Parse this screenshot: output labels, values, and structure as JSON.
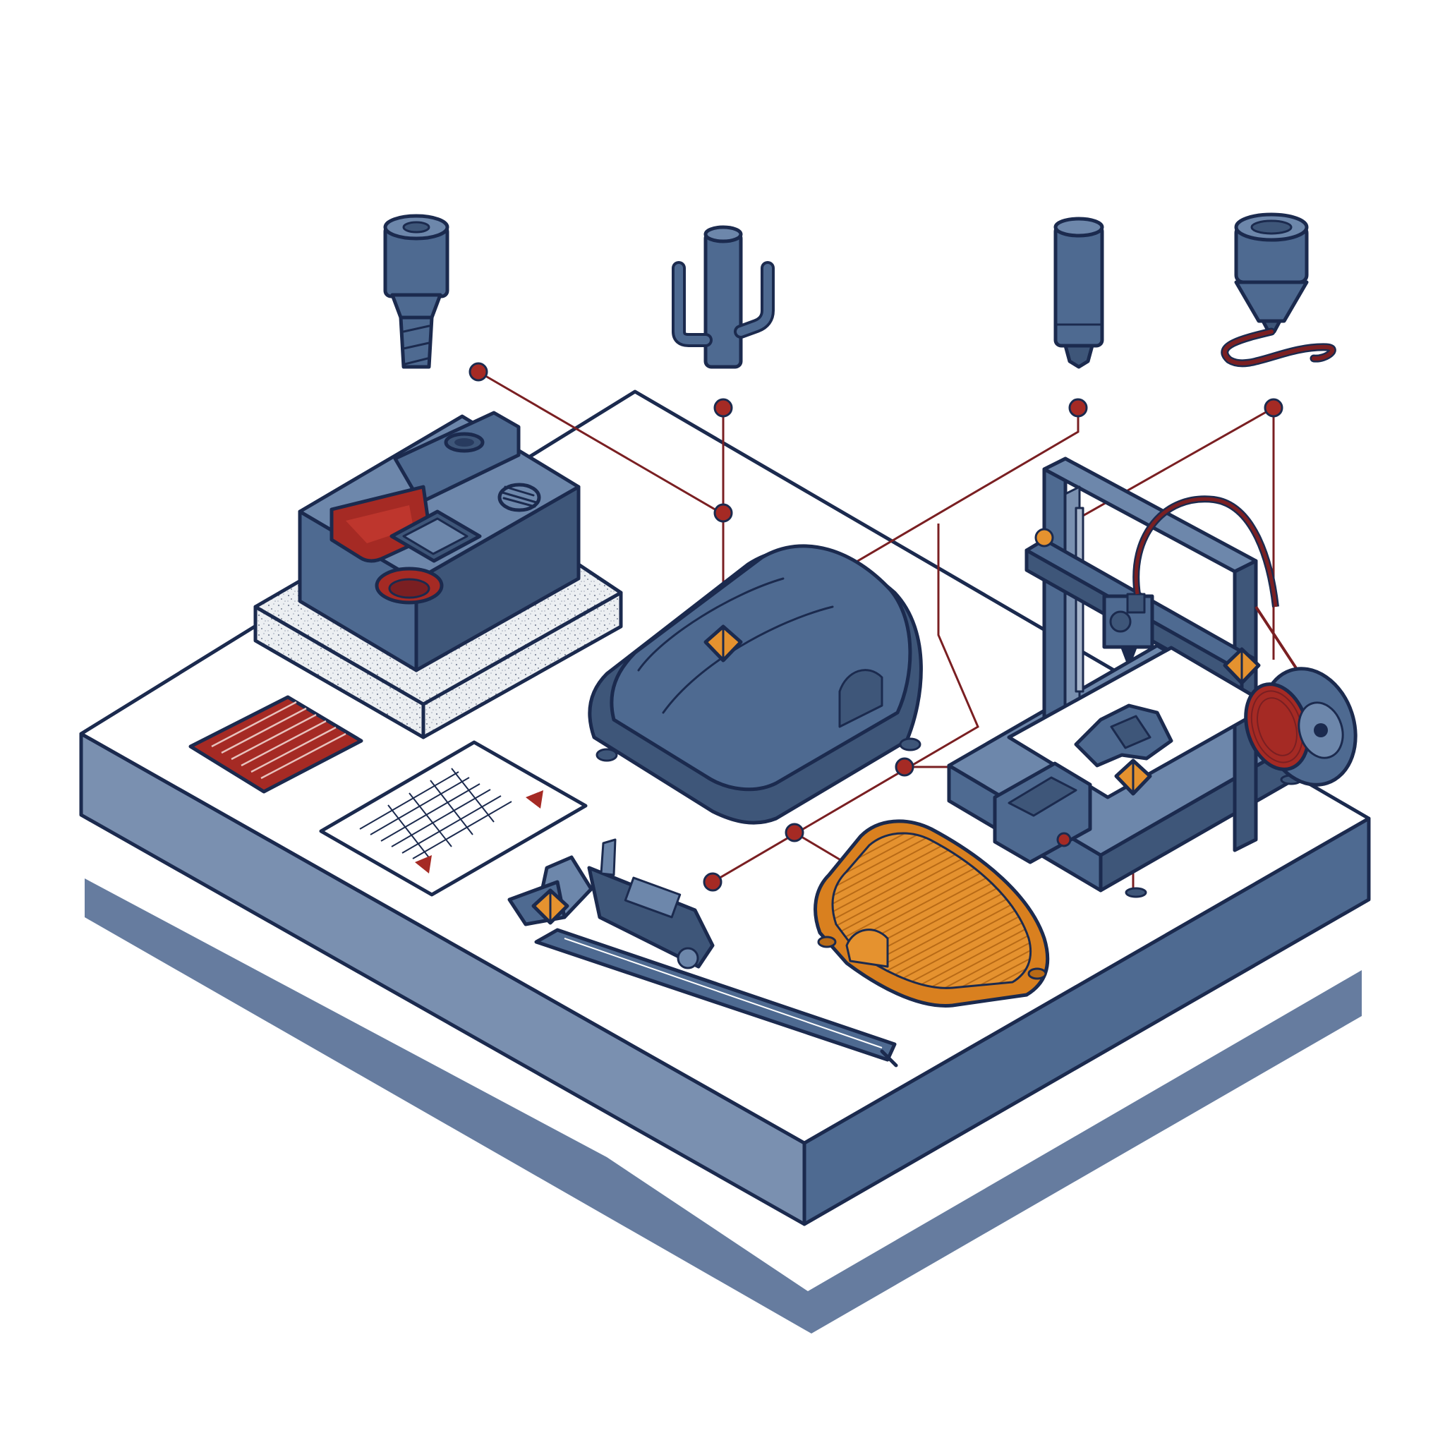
{
  "palette": {
    "ink": "#1b2a4e",
    "steel_blue": "#4e6a91",
    "steel_blue_light": "#6d87ab",
    "steel_blue_dark": "#3e5679",
    "slate_side": "#7a90b0",
    "shadow": "#5e759a",
    "platform_top": "#ffffff",
    "accent_red": "#a52a24",
    "accent_orange": "#e5922f",
    "leader_line": "#7a1f22",
    "foam_grey": "#eceff2",
    "paper": "#ffffff"
  },
  "tools": [
    {
      "id": "end-mill",
      "icon": "end-mill-icon"
    },
    {
      "id": "multi-probe",
      "icon": "probe-icon"
    },
    {
      "id": "engraving-bit",
      "icon": "engraving-bit-icon"
    },
    {
      "id": "extruder-nozzle",
      "icon": "nozzle-filament-icon"
    }
  ],
  "stations": [
    {
      "id": "cnc-machined-block",
      "icon": "machined-block-icon",
      "accent": "#a52a24"
    },
    {
      "id": "blue-enclosure",
      "icon": "enclosure-housing-icon",
      "accent": "#e5922f"
    },
    {
      "id": "fdm-printer",
      "icon": "3d-printer-icon",
      "accent": "#e5922f"
    },
    {
      "id": "orange-printed-enclosure",
      "icon": "printed-housing-icon",
      "accent": "#e5922f"
    },
    {
      "id": "vernier-caliper",
      "icon": "caliper-icon",
      "accent": "#e5922f"
    },
    {
      "id": "inspection-sheet",
      "icon": "document-icon",
      "accent": "#a52a24"
    },
    {
      "id": "material-swatch",
      "icon": "swatch-icon",
      "accent": "#a52a24"
    }
  ]
}
